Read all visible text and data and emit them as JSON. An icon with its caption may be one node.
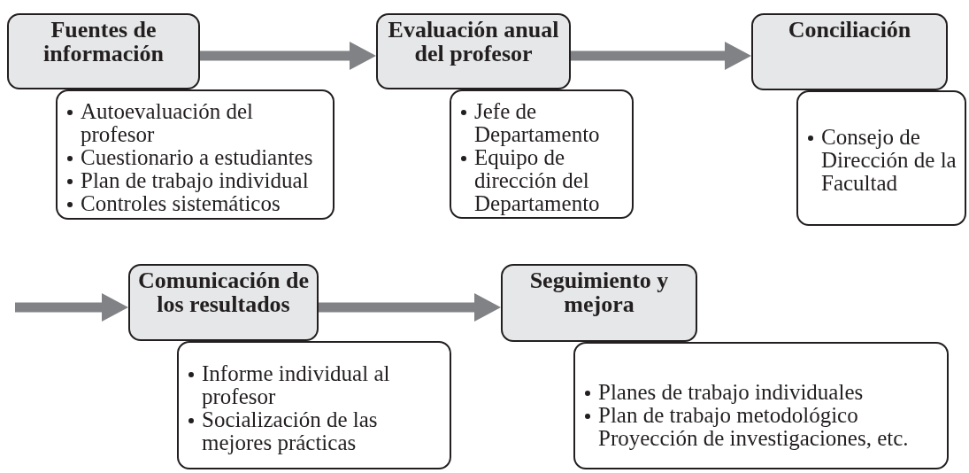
{
  "diagram": {
    "nodes": [
      {
        "text": [
          "Fuentes de información"
        ]
      },
      {
        "text": [
          "Autoevaluación del profesor",
          "Cuestionario a estudiantes",
          "Plan de trabajo individual",
          "Controles sistemáticos"
        ]
      },
      {
        "text": [
          "Evaluación anual del profesor"
        ]
      },
      {
        "text": [
          "Jefe de Departamento",
          "Equipo de dirección del Departamento"
        ]
      },
      {
        "text": [
          "Conciliación"
        ]
      },
      {
        "text": [
          "Consejo de Dirección de la Facultad"
        ]
      },
      {
        "text": [
          "Comunicación de los resultados"
        ]
      },
      {
        "text": [
          "Informe individual al profesor",
          "Socialización de las mejores prácticas"
        ]
      },
      {
        "text": [
          "Seguimiento y mejora"
        ]
      },
      {
        "text": [
          "Planes de trabajo individuales",
          "Plan de trabajo metodológico Proyección de investigaciones, etc."
        ]
      }
    ],
    "edges": [
      {
        "from": 0,
        "to": 2,
        "arrow": "to"
      },
      {
        "from": 2,
        "to": 4,
        "arrow": "to"
      },
      {
        "from": null,
        "to": 6,
        "arrow": "to"
      },
      {
        "from": 6,
        "to": 8,
        "arrow": "to"
      }
    ]
  }
}
